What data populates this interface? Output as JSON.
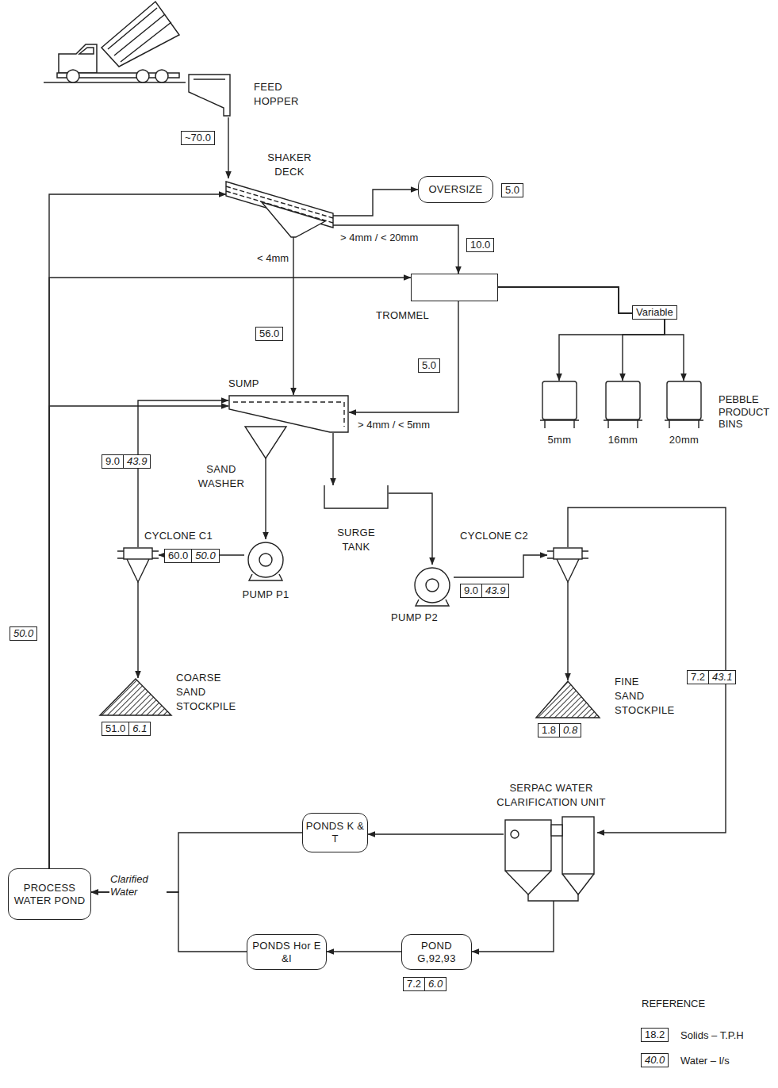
{
  "diagram": {
    "nodes": [
      {
        "text": [
          "FEED HOPPER"
        ]
      },
      {
        "text": [
          "SHAKER DECK"
        ]
      },
      {
        "text": [
          "OVERSIZE"
        ]
      },
      {
        "text": [
          "TROMMEL"
        ]
      },
      {
        "text": [
          "SUMP"
        ]
      },
      {
        "text": [
          "SAND WASHER"
        ]
      },
      {
        "text": [
          "SURGE TANK"
        ]
      },
      {
        "text": [
          "5mm"
        ]
      },
      {
        "text": [
          "16mm"
        ]
      },
      {
        "text": [
          "20mm"
        ]
      },
      {
        "text": [
          "CYCLONE C1"
        ]
      },
      {
        "text": [
          "PUMP P1"
        ]
      },
      {
        "text": [
          "PUMP P2"
        ]
      },
      {
        "text": [
          "CYCLONE C2"
        ]
      },
      {
        "text": [
          "COARSE SAND STOCKPILE"
        ]
      },
      {
        "text": [
          "FINE SAND STOCKPILE"
        ]
      },
      {
        "text": [
          "SERPAC WATER CLARIFICATION UNIT"
        ]
      },
      {
        "text": [
          "PONDS K & T"
        ]
      },
      {
        "text": [
          "PROCESS WATER POND"
        ]
      },
      {
        "text": [
          "PONDS Hor E &I"
        ]
      },
      {
        "text": [
          "POND G,92,93"
        ]
      }
    ],
    "edges": [
      {
        "from": 0,
        "to": 1,
        "arrow": "to"
      },
      {
        "from": 1,
        "to": 2,
        "arrow": "to"
      },
      {
        "from": 1,
        "to": 3,
        "arrow": "to"
      },
      {
        "from": 1,
        "to": 4,
        "arrow": "to"
      },
      {
        "from": 3,
        "to": 7,
        "arrow": "to"
      },
      {
        "from": 3,
        "to": 8,
        "arrow": "to"
      },
      {
        "from": 3,
        "to": 9,
        "arrow": "to"
      },
      {
        "from": 3,
        "to": 4,
        "arrow": "to"
      },
      {
        "from": 4,
        "to": 6,
        "arrow": "to"
      },
      {
        "from": 5,
        "to": 11,
        "arrow": "to"
      },
      {
        "from": 11,
        "to": 10,
        "arrow": "to"
      },
      {
        "from": 10,
        "to": 4,
        "arrow": "to"
      },
      {
        "from": 10,
        "to": 14,
        "arrow": "to"
      },
      {
        "from": 6,
        "to": 12,
        "arrow": "to"
      },
      {
        "from": 12,
        "to": 13,
        "arrow": "to"
      },
      {
        "from": 13,
        "to": 15,
        "arrow": "to"
      },
      {
        "from": 13,
        "to": 16,
        "arrow": "to"
      },
      {
        "from": 16,
        "to": 17,
        "arrow": "to"
      },
      {
        "from": 16,
        "to": 20,
        "arrow": "to"
      },
      {
        "from": 20,
        "to": 19,
        "arrow": "to"
      },
      {
        "from": 19,
        "to": 18,
        "arrow": "to"
      },
      {
        "from": 17,
        "to": 18,
        "arrow": "to"
      },
      {
        "from": 18,
        "to": 1,
        "arrow": "to"
      },
      {
        "from": 18,
        "to": 3,
        "arrow": "to"
      },
      {
        "from": 18,
        "to": 4,
        "arrow": "to"
      }
    ],
    "labels": [
      "~70.0",
      "5.0",
      "> 4mm / < 20mm",
      "< 4mm",
      "10.0",
      "Variable",
      "56.0",
      "5.0",
      "> 4mm / < 5mm",
      "PEBBLE PRODUCT BINS",
      "9.0",
      "43.9",
      "60.0",
      "50.0",
      "9.0",
      "43.9",
      "50.0",
      "51.0",
      "6.1",
      "1.8",
      "0.8",
      "7.2",
      "43.1",
      "7.2",
      "6.0",
      "Clarified Water",
      "REFERENCE",
      "18.2",
      "40.0"
    ],
    "legend": [
      {
        "text": "Solids – T.P.H"
      },
      {
        "text": "Water – l/s"
      }
    ]
  }
}
